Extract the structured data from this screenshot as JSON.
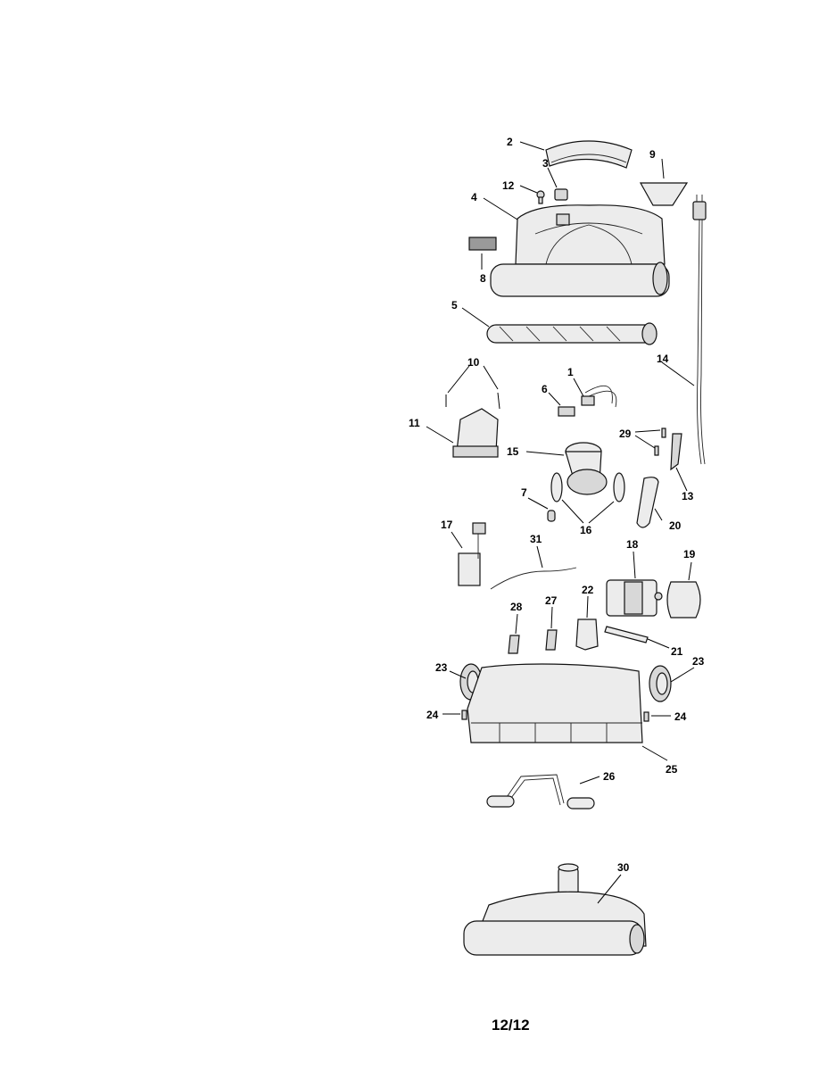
{
  "page_number": "12/12",
  "callouts": [
    {
      "id": "1",
      "label": "1"
    },
    {
      "id": "2",
      "label": "2"
    },
    {
      "id": "3",
      "label": "3"
    },
    {
      "id": "4",
      "label": "4"
    },
    {
      "id": "5",
      "label": "5"
    },
    {
      "id": "6",
      "label": "6"
    },
    {
      "id": "7",
      "label": "7"
    },
    {
      "id": "8",
      "label": "8"
    },
    {
      "id": "9",
      "label": "9"
    },
    {
      "id": "10",
      "label": "10"
    },
    {
      "id": "11",
      "label": "11"
    },
    {
      "id": "12",
      "label": "12"
    },
    {
      "id": "13",
      "label": "13"
    },
    {
      "id": "14",
      "label": "14"
    },
    {
      "id": "15",
      "label": "15"
    },
    {
      "id": "16",
      "label": "16"
    },
    {
      "id": "17",
      "label": "17"
    },
    {
      "id": "18",
      "label": "18"
    },
    {
      "id": "19",
      "label": "19"
    },
    {
      "id": "20",
      "label": "20"
    },
    {
      "id": "21",
      "label": "21"
    },
    {
      "id": "22",
      "label": "22"
    },
    {
      "id": "23a",
      "label": "23"
    },
    {
      "id": "23b",
      "label": "23"
    },
    {
      "id": "24a",
      "label": "24"
    },
    {
      "id": "24b",
      "label": "24"
    },
    {
      "id": "25",
      "label": "25"
    },
    {
      "id": "26",
      "label": "26"
    },
    {
      "id": "27",
      "label": "27"
    },
    {
      "id": "28",
      "label": "28"
    },
    {
      "id": "29",
      "label": "29"
    },
    {
      "id": "30",
      "label": "30"
    },
    {
      "id": "31",
      "label": "31"
    }
  ]
}
